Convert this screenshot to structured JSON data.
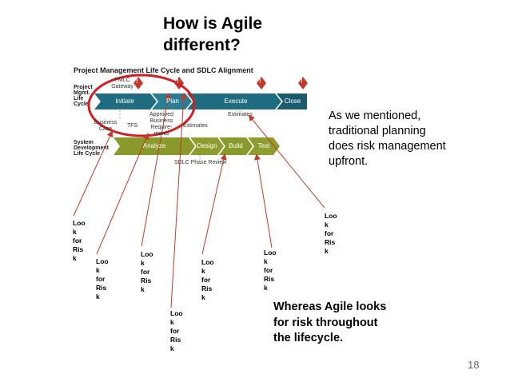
{
  "slide": {
    "title_line1": "How is Agile",
    "title_line2": "different?",
    "page_number": "18",
    "note_right": [
      "As we mentioned,",
      "traditional planning",
      "does  risk management",
      "upfront."
    ],
    "note_bottom": [
      "Whereas Agile looks",
      "for  risk throughout",
      "the  lifecycle."
    ]
  },
  "diagram": {
    "title": "Project Management Life Cycle and SDLC Alignment",
    "row_pm": [
      "Project",
      "Mgmt.",
      "Life",
      "Cycle"
    ],
    "row_sdlc": [
      "System",
      "Development",
      "Life Cycle"
    ],
    "gateway": [
      "PMLC",
      "Gateway"
    ],
    "pm_phases": [
      "Initiate",
      "Plan",
      "Execute",
      "Close"
    ],
    "sdlc_phases": [
      "Analyze",
      "Design",
      "Build",
      "Test"
    ],
    "business_case": [
      "Business",
      "Case"
    ],
    "tfs": "TFS",
    "approved_req": [
      "Approved",
      "Business",
      "Require-",
      "ments"
    ],
    "estimates_top": "Estimates",
    "estimates_mid": "Estimates",
    "phase_review": "SDLC Phase Review",
    "gateway_mark": "!",
    "colors": {
      "pm_blue": "#1f6b80",
      "sdlc_green": "#8a9a2a",
      "gateway_red": "#c0392b",
      "circle_red": "#d11f1f",
      "arrow_red": "#c0392b"
    }
  },
  "look_labels": [
    "Loo",
    "k",
    "for",
    "Ris",
    "k"
  ]
}
